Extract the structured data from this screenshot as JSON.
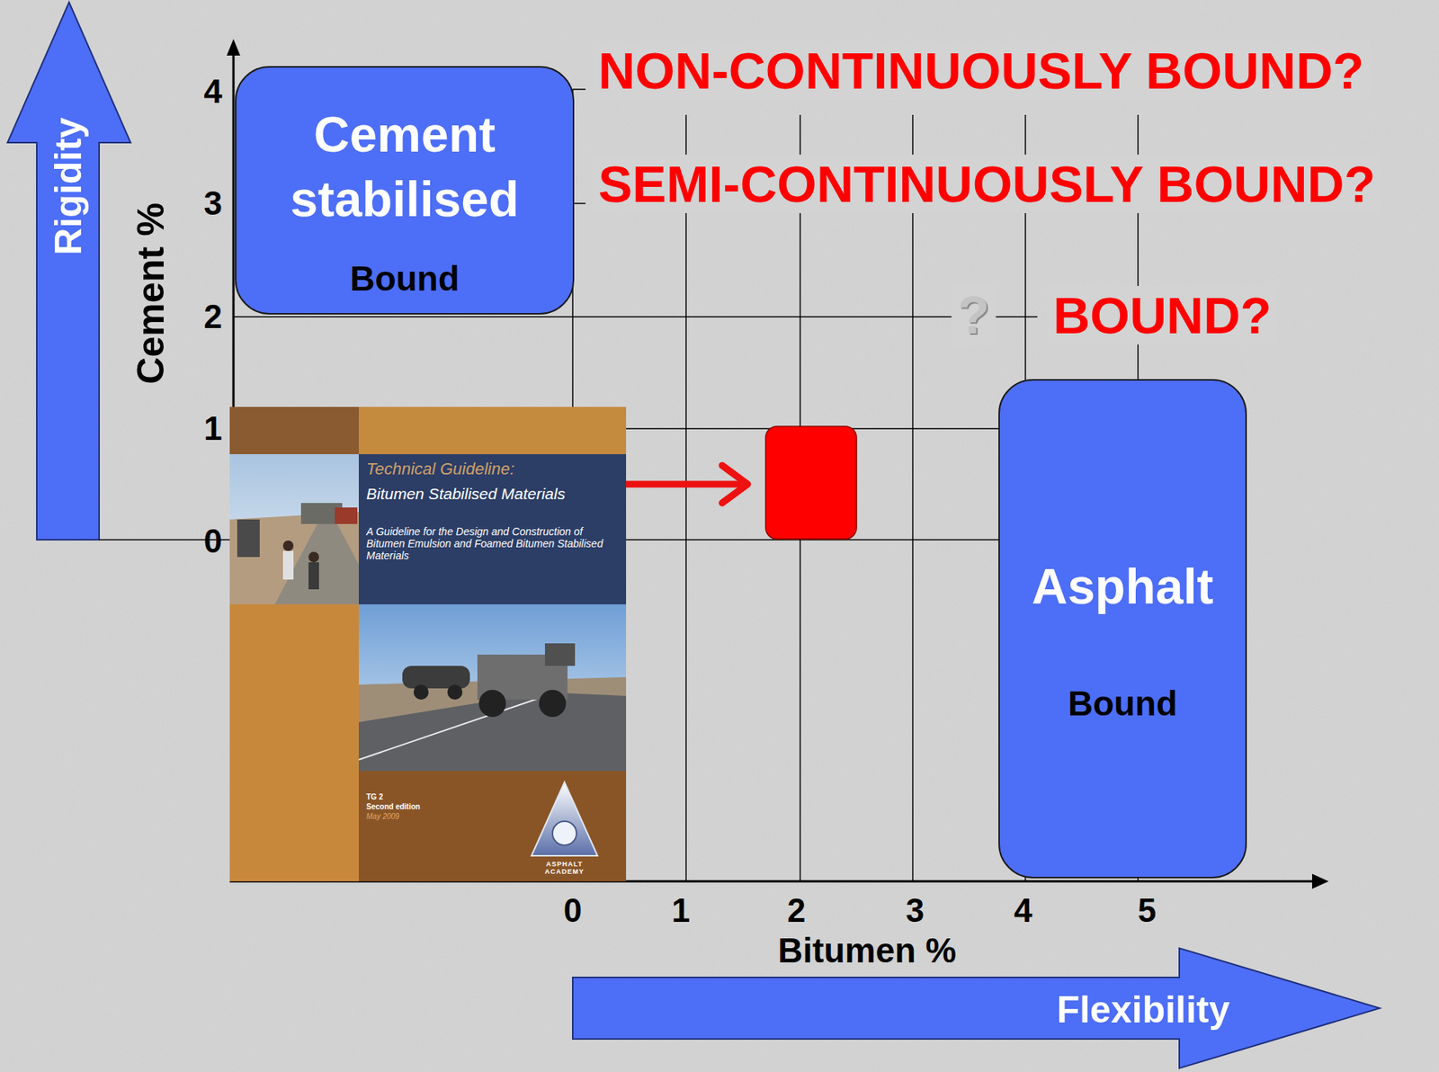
{
  "diagram": {
    "nodes": [
      {
        "text": [
          "Cement stabilised",
          "Bound"
        ]
      },
      {
        "text": [
          "Asphalt",
          "Bound"
        ]
      }
    ],
    "labels": [
      "Rigidity",
      "Cement %",
      "4",
      "3",
      "2",
      "1",
      "0",
      "NON-CONTINUOUSLY BOUND?",
      "SEMI-CONTINUOUSLY BOUND?",
      "?",
      "BOUND?",
      "Technical Guideline:",
      "Bitumen Stabilised Materials",
      "A Guideline for the Design and Construction of Bitumen Emulsion and Foamed Bitumen Stabilised Materials",
      "TG 2",
      "Second edition",
      "May 2009",
      "ASPHALT ACADEMY",
      "0",
      "1",
      "2",
      "3",
      "4",
      "5",
      "Bitumen %",
      "Flexibility"
    ]
  }
}
